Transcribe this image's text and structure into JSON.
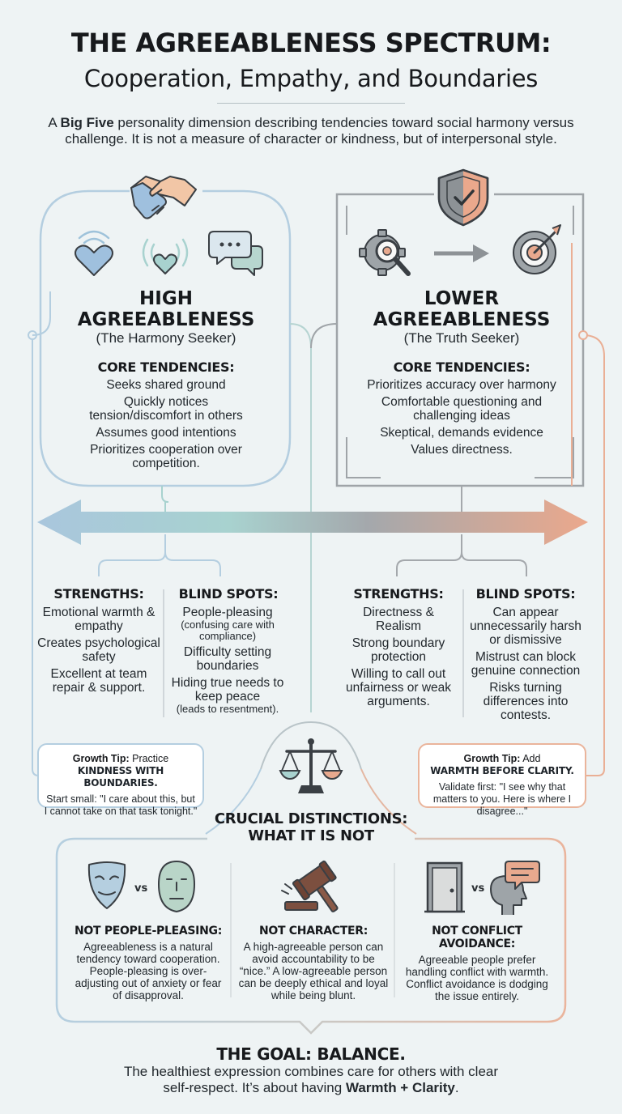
{
  "header": {
    "title": "THE AGREEABLENESS SPECTRUM:",
    "subtitle": "Cooperation, Empathy, and Boundaries",
    "intro_prefix": "A ",
    "intro_bold": "Big Five",
    "intro_rest": " personality dimension describing tendencies toward social harmony versus challenge. It is not a measure of character or kindness, but of interpersonal style."
  },
  "high": {
    "title": "HIGH AGREEABLENESS",
    "subtitle": "(The Harmony Seeker)",
    "core_header": "CORE TENDENCIES:",
    "core": [
      "Seeks shared ground",
      "Quickly notices tension/discomfort in others",
      "Assumes good intentions",
      "Prioritizes cooperation over competition."
    ],
    "strengths_header": "STRENGTHS:",
    "strengths": [
      "Emotional warmth & empathy",
      "Creates psychological safety",
      "Excellent at team repair & support."
    ],
    "blind_header": "BLIND SPOTS:",
    "blind": [
      {
        "main": "People-pleasing",
        "sub": "(confusing care with compliance)"
      },
      {
        "main": "Difficulty setting boundaries",
        "sub": ""
      },
      {
        "main": "Hiding true needs to keep peace",
        "sub": "(leads to resentment)."
      }
    ],
    "tip_label": "Growth Tip:",
    "tip_action": "Practice",
    "tip_focus": "KINDNESS WITH BOUNDARIES.",
    "tip_text": "Start small: \"I care about this, but I cannot take on that task tonight.\""
  },
  "low": {
    "title": "LOWER AGREEABLENESS",
    "subtitle": "(The Truth Seeker)",
    "core_header": "CORE TENDENCIES:",
    "core": [
      "Prioritizes accuracy over harmony",
      "Comfortable questioning and challenging ideas",
      "Skeptical, demands evidence",
      "Values directness."
    ],
    "strengths_header": "STRENGTHS:",
    "strengths": [
      "Directness & Realism",
      "Strong boundary protection",
      "Willing to call out unfairness or weak arguments."
    ],
    "blind_header": "BLIND SPOTS:",
    "blind": [
      "Can appear unnecessarily harsh or dismissive",
      "Mistrust can block genuine connection",
      "Risks turning differences into contests."
    ],
    "tip_label": "Growth Tip:",
    "tip_action": "Add",
    "tip_focus": "WARMTH BEFORE CLARITY.",
    "tip_text": "Validate first: \"I see why that matters to you. Here is where I disagree...\""
  },
  "distinctions": {
    "title_line1": "CRUCIAL DISTINCTIONS:",
    "title_line2": "WHAT IT IS NOT",
    "items": [
      {
        "icon": "mask-vs-face-icon",
        "vs": "vs",
        "header": "NOT PEOPLE-PLEASING:",
        "text": "Agreeableness is a natural tendency toward cooperation. People-pleasing is over-adjusting out of anxiety or fear of disapproval."
      },
      {
        "icon": "gavel-icon",
        "vs": "",
        "header": "NOT CHARACTER:",
        "text": "A high-agreeable person can avoid accountability to be “nice.” A low-agreeable person can be deeply ethical and loyal while being blunt."
      },
      {
        "icon": "door-vs-speech-head-icon",
        "vs": "vs",
        "header": "NOT CONFLICT AVOIDANCE:",
        "text": "Agreeable people prefer handling conflict with warmth. Conflict avoidance is dodging the issue entirely."
      }
    ]
  },
  "goal": {
    "title": "THE GOAL: BALANCE.",
    "text": "The healthiest expression combines care for others with clear self-respect. It’s about having ",
    "bold": "Warmth + Clarity",
    "end": "."
  },
  "colors": {
    "blue": "#a9c6dd",
    "teal": "#a8d2cf",
    "gray": "#9ea4a8",
    "orange": "#e8a98e",
    "dark": "#17191c"
  },
  "icons": [
    "handshake-icon",
    "heart-wifi-icon",
    "speech-bubbles-icon",
    "shield-check-icon",
    "gear-search-icon",
    "arrow-right-icon",
    "target-icon",
    "scale-icon",
    "spectrum-arrow"
  ]
}
